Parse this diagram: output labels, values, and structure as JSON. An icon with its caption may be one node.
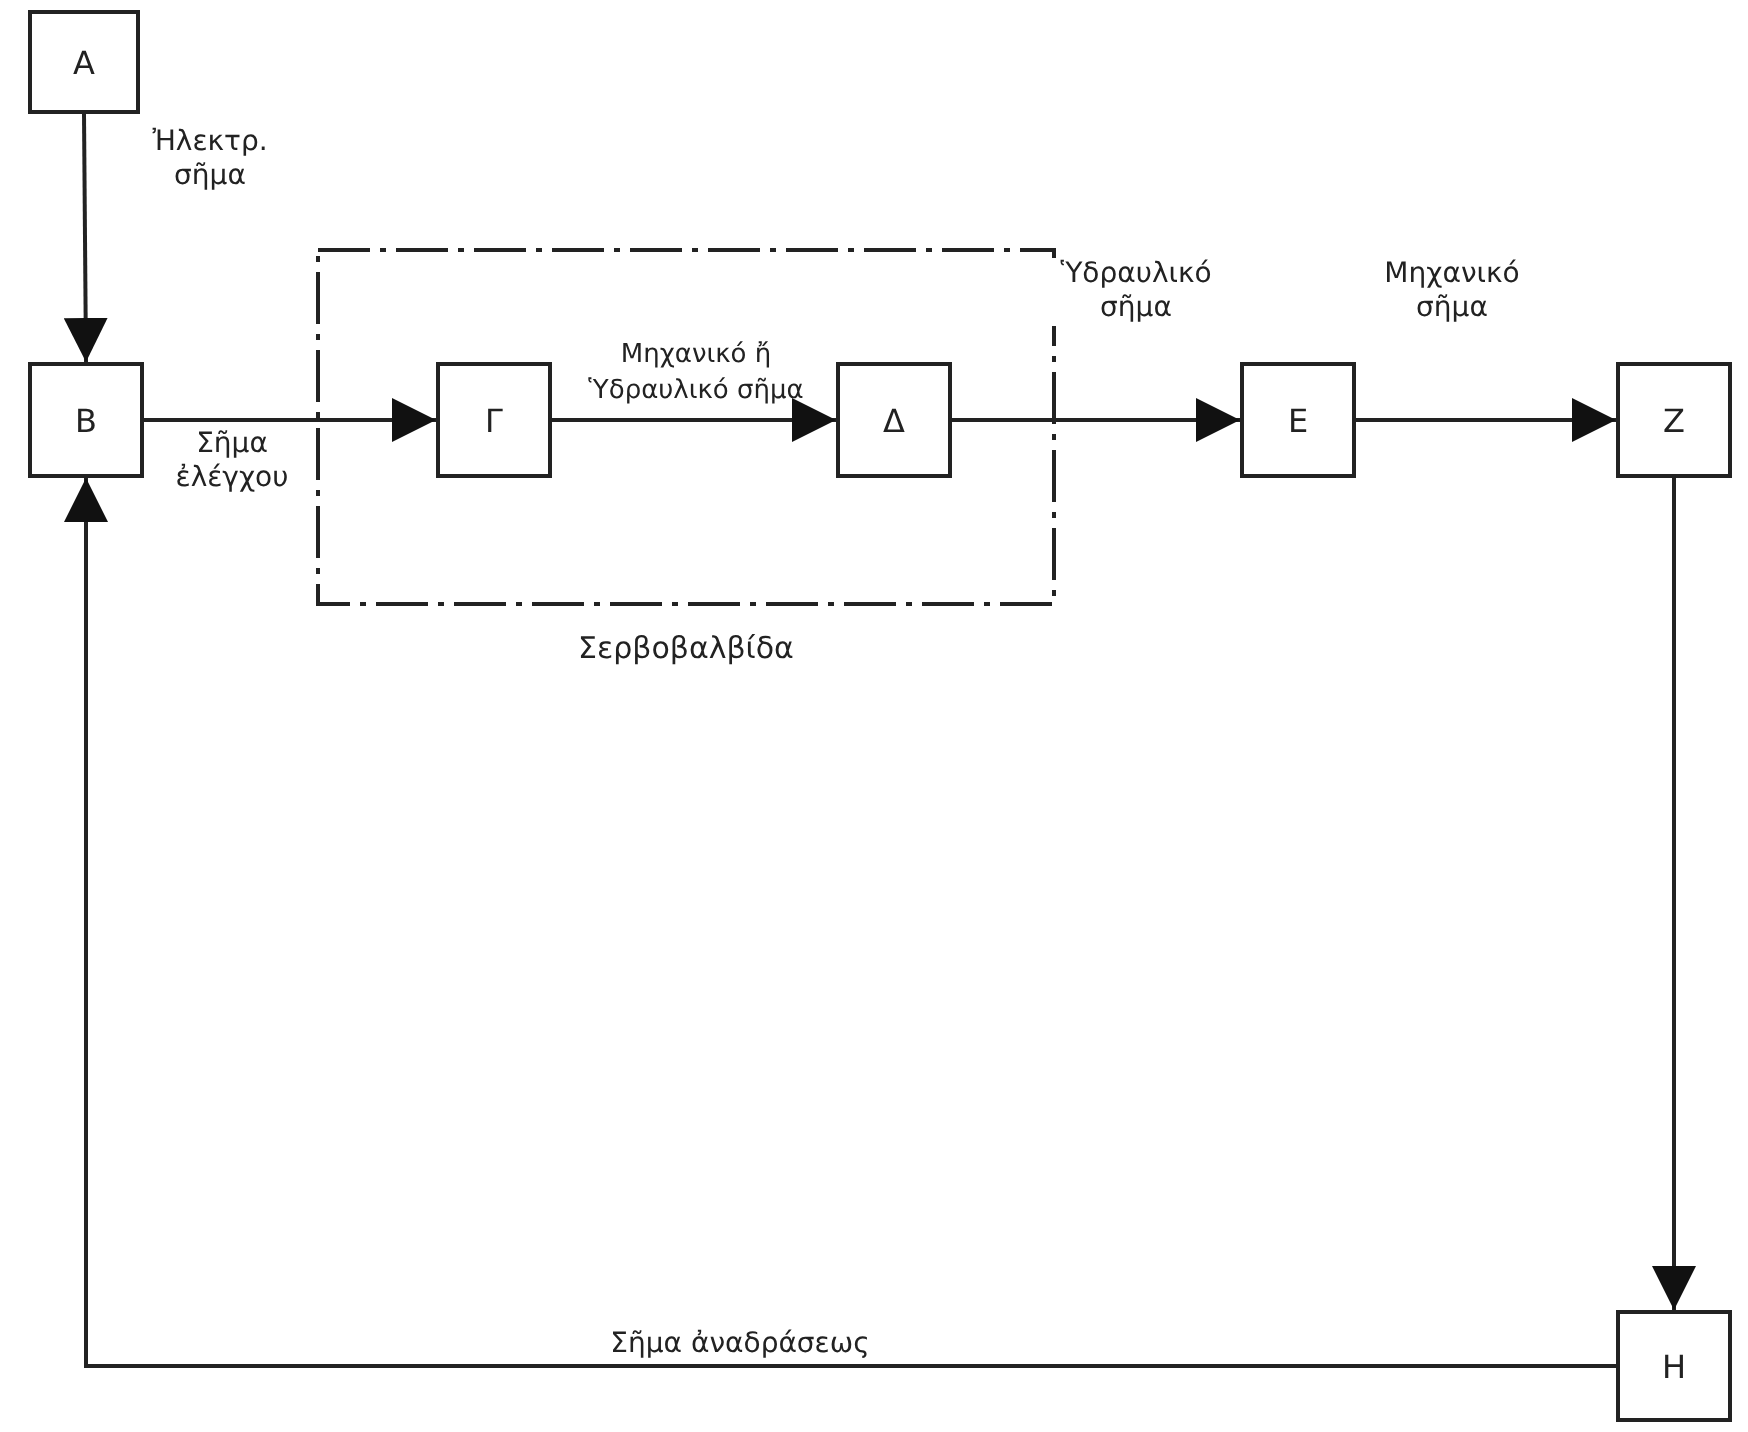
{
  "diagram": {
    "nodes": [
      {
        "text": [
          "A"
        ]
      },
      {
        "text": [
          "B"
        ]
      },
      {
        "text": [
          "Σερβοβαλβίδα"
        ]
      },
      {
        "text": [
          "Γ"
        ],
        "in": 2
      },
      {
        "text": [
          "Δ"
        ],
        "in": 2
      },
      {
        "text": [
          "E"
        ]
      },
      {
        "text": [
          "Z"
        ]
      },
      {
        "text": [
          "H"
        ]
      }
    ],
    "edges": [
      {
        "from": 0,
        "to": 1,
        "arrow": "to",
        "label": "Ἠλεκτρ. σῆμα"
      },
      {
        "from": 1,
        "to": 3,
        "arrow": "to",
        "label": "Σῆμα ἐλέγχου"
      },
      {
        "from": 3,
        "to": 4,
        "arrow": "to",
        "label": "Μηχανικό ἤ Ὑδραυλικό σῆμα"
      },
      {
        "from": 4,
        "to": 5,
        "arrow": "to",
        "label": "Ὑδραυλικό σῆμα"
      },
      {
        "from": 5,
        "to": 6,
        "arrow": "to",
        "label": "Μηχανικό σῆμα"
      },
      {
        "from": 6,
        "to": 7,
        "arrow": "to"
      },
      {
        "from": 7,
        "to": 1,
        "arrow": "to",
        "label": "Σῆμα ἀναδράσεως"
      }
    ]
  }
}
